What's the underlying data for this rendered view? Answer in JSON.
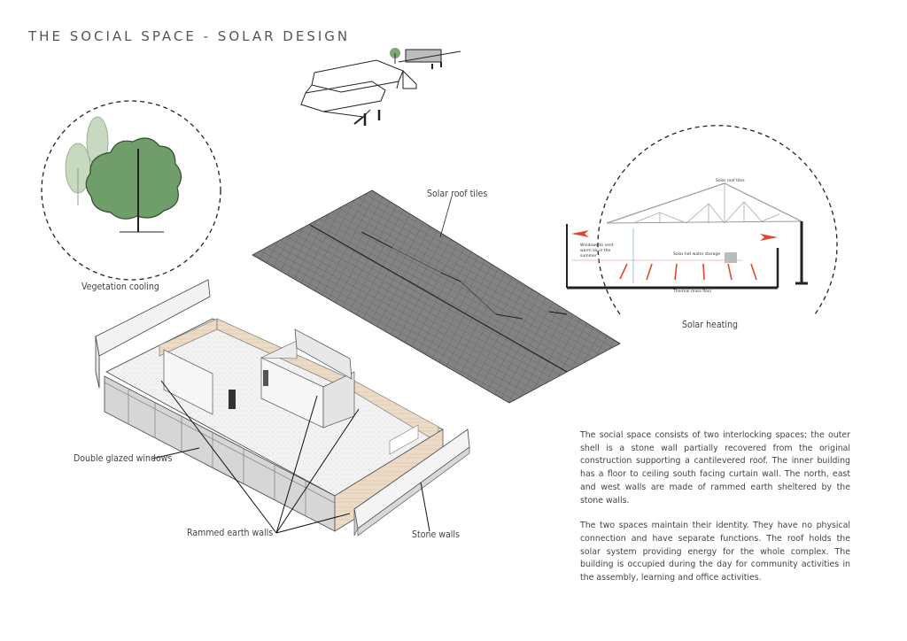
{
  "title": "THE SOCIAL SPACE - SOLAR DESIGN",
  "labels": {
    "vegetation": "Vegetation cooling",
    "solar_roof": "Solar roof tiles",
    "solar_heating": "Solar heating",
    "double_glazed": "Double glazed windows",
    "rammed_earth": "Rammed earth walls",
    "stone_walls": "Stone walls"
  },
  "heating_diagram": {
    "roof_label": "Solar roof tiles",
    "windows_note": "Windows to vent warm air in the summer",
    "storage": "Solar hot water storage",
    "floor": "Thermal mass floor"
  },
  "description": {
    "p1": "The social space consists of two interlocking spaces; the outer shell is a stone wall partially recovered from the original construction supporting a cantilevered roof. The inner building has a floor to ceiling south facing curtain wall. The north, east and west walls are made of rammed earth sheltered by the stone walls.",
    "p2": "The two spaces maintain their identity. They have no physical connection and have separate functions. The roof holds the solar system providing energy for the whole complex. The building is occupied during the day for community activities in the assembly, learning and office activities."
  },
  "colors": {
    "tree_green": "#6f9e6a",
    "tree_light": "#c7d9c0",
    "roof_grey": "#7d7d7d",
    "earth_wall": "#ead9c4",
    "heat_red": "#e0472f",
    "dash": "#222222"
  }
}
